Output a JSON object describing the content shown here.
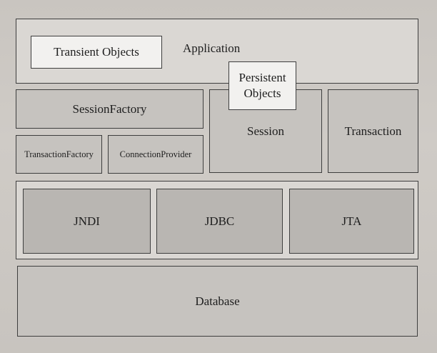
{
  "application": {
    "label": "Application"
  },
  "transient_objects": {
    "label": "Transient Objects"
  },
  "persistent_objects": {
    "label_line1": "Persistent",
    "label_line2": "Objects"
  },
  "session_factory": {
    "label": "SessionFactory"
  },
  "session": {
    "label": "Session"
  },
  "transaction": {
    "label": "Transaction"
  },
  "transaction_factory": {
    "label": "TransactionFactory"
  },
  "connection_provider": {
    "label": "ConnectionProvider"
  },
  "services": [
    {
      "label": "JNDI"
    },
    {
      "label": "JDBC"
    },
    {
      "label": "JTA"
    }
  ],
  "database": {
    "label": "Database"
  }
}
